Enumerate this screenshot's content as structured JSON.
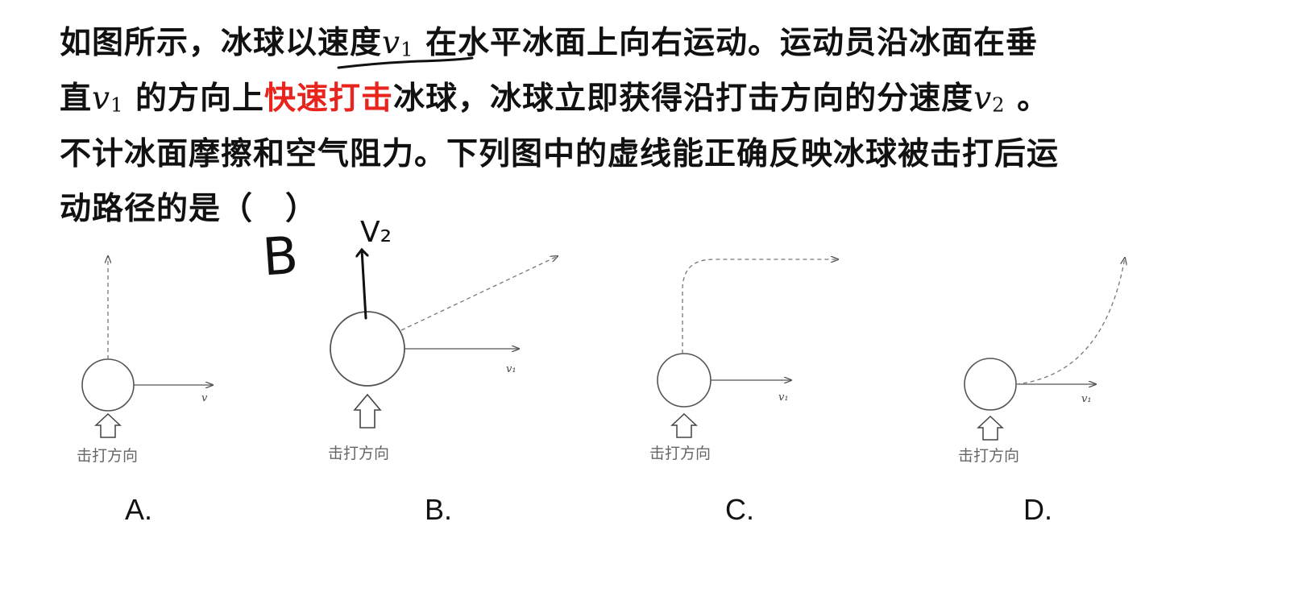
{
  "question": {
    "line1_a": "如图所示，冰球以速度",
    "line1_var": "v",
    "line1_sub": "1",
    "line1_b": "在水平冰面上向右运动。运动员沿冰面在垂",
    "line2_a": "直",
    "line2_var": "v",
    "line2_sub": "1",
    "line2_b": "的方向上",
    "line2_highlight": "快速打击",
    "line2_c": "冰球，冰球立即获得沿打击方向的分速度",
    "line2_var2": "v",
    "line2_sub2": "2",
    "line2_d": "。",
    "line3": "不计冰面摩擦和空气阻力。下列图中的虚线能正确反映冰球被击打后运",
    "line4": "动路径的是（　）"
  },
  "handwriting": {
    "answer": "B",
    "v2_label": "V₂"
  },
  "options": [
    {
      "label": "A.",
      "hit_text": "击打方向",
      "v_label": "v"
    },
    {
      "label": "B.",
      "hit_text": "击打方向",
      "v_label": "v₁"
    },
    {
      "label": "C.",
      "hit_text": "击打方向",
      "v_label": "v₁"
    },
    {
      "label": "D.",
      "hit_text": "击打方向",
      "v_label": "v₁"
    }
  ],
  "colors": {
    "highlight": "#e8241c",
    "ink": "#111111",
    "figure_line": "#555555"
  }
}
